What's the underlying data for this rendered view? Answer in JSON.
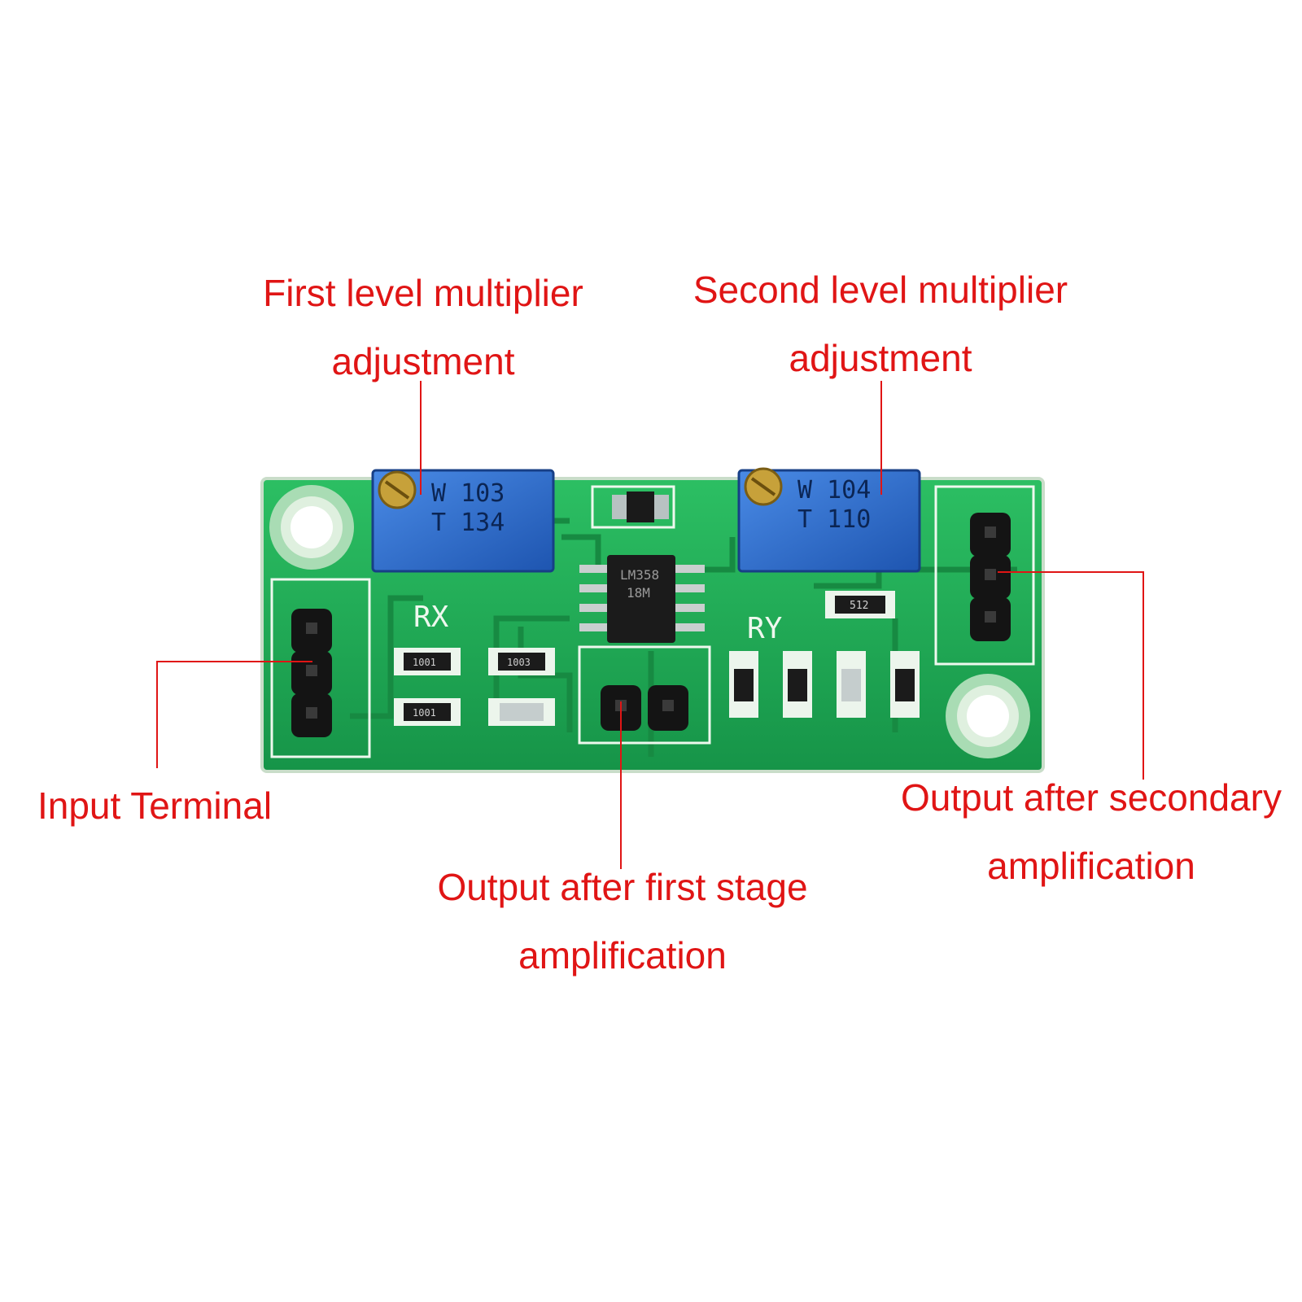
{
  "colors": {
    "annotation": "#e01515",
    "pcb": "#1fae57",
    "trace": "#178a42",
    "silkscreen": "#eef8ee",
    "trimmer": "#2c6fd1",
    "header": "#141414"
  },
  "labels": {
    "first_adj": {
      "line1": "First level multiplier",
      "line2": "adjustment"
    },
    "second_adj": {
      "line1": "Second level multiplier",
      "line2": "adjustment"
    },
    "input": {
      "line1": "Input Terminal"
    },
    "out_first": {
      "line1": "Output after first stage",
      "line2": "amplification"
    },
    "out_second": {
      "line1": "Output after secondary",
      "line2": "amplification"
    }
  },
  "board": {
    "silk_rx": "RX",
    "silk_ry": "RY",
    "trimmer_1": {
      "line1": "W 103",
      "line2": "T 134"
    },
    "trimmer_2": {
      "line1": "W 104",
      "line2": "T 110"
    },
    "chip": {
      "line1": "LM358",
      "line2": "18M"
    },
    "res_codes": [
      "1001",
      "1003",
      "1001",
      "512"
    ]
  }
}
